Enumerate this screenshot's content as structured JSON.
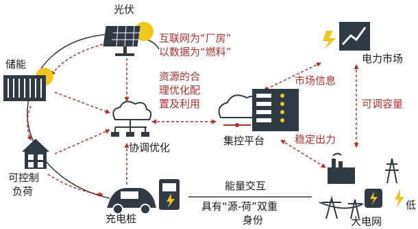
{
  "nodes": {
    "photovoltaic": "光伏",
    "storage": "储能",
    "controllable_load_1": "可控制",
    "controllable_load_2": "负荷",
    "coordination": "协调优化",
    "charging_pile": "充电桩",
    "control_platform": "集控平台",
    "power_market": "电力市场",
    "grid": "大电网",
    "low_cut": "低"
  },
  "annotations": {
    "internet_1": "互联网为“厂房”",
    "internet_2": "以数据为“燃料”",
    "resource_1": "资源的合",
    "resource_2": "理优化配",
    "resource_3": "置及利用",
    "market_info": "市场信息",
    "adjustable_capacity": "可调容量",
    "stable_output": "稳定出力",
    "energy_exchange": "能量交互",
    "dual_identity_1": "具有“源-荷”双重",
    "dual_identity_2": "身份"
  },
  "colors": {
    "accent_red": "#b0302c",
    "icon_dark": "#2f3a44",
    "sun_yellow": "#f3c61a",
    "bolt_yellow": "#f0c419"
  }
}
